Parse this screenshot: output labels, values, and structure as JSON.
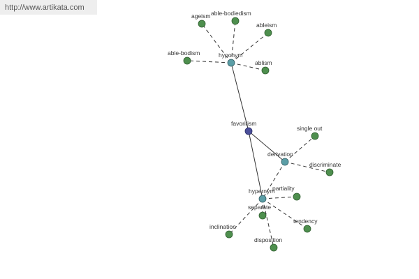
{
  "header": {
    "url": "http://www.artikata.com"
  },
  "graph": {
    "root": {
      "label": "favoritism"
    },
    "relations": {
      "hyponym": "hyponym",
      "derivation": "derivation",
      "hypernym": "hypernym"
    },
    "words": {
      "ageism": "ageism",
      "able_bodiedism": "able-bodiedism",
      "ableism": "ableism",
      "able_bodism": "able-bodism",
      "ablism": "ablism",
      "single_out": "single out",
      "discriminate": "discriminate",
      "partiality": "partiality",
      "tendency": "tendency",
      "inclination": "inclination",
      "disposition": "disposition"
    },
    "edges": [
      {
        "from": "favoritism",
        "to": "hyponym",
        "style": "solid"
      },
      {
        "from": "favoritism",
        "to": "derivation",
        "style": "solid"
      },
      {
        "from": "favoritism",
        "to": "hypernym",
        "style": "solid"
      },
      {
        "from": "hyponym",
        "to": "ageism",
        "style": "dashed"
      },
      {
        "from": "hyponym",
        "to": "able-bodiedism",
        "style": "dashed"
      },
      {
        "from": "hyponym",
        "to": "ableism",
        "style": "dashed"
      },
      {
        "from": "hyponym",
        "to": "able-bodism",
        "style": "dashed"
      },
      {
        "from": "hyponym",
        "to": "ablism",
        "style": "dashed"
      },
      {
        "from": "derivation",
        "to": "single out",
        "style": "dashed"
      },
      {
        "from": "derivation",
        "to": "discriminate",
        "style": "dashed"
      },
      {
        "from": "hypernym",
        "to": "partiality",
        "style": "dashed"
      },
      {
        "from": "hypernym",
        "to": "tendency",
        "style": "dashed"
      },
      {
        "from": "hypernym",
        "to": "inclination",
        "style": "dashed"
      },
      {
        "from": "hypernym",
        "to": "disposition",
        "style": "dashed"
      }
    ],
    "colors": {
      "root": "#4b4f9a",
      "relation": "#5b9ea6",
      "word": "#4e8f4e"
    }
  }
}
